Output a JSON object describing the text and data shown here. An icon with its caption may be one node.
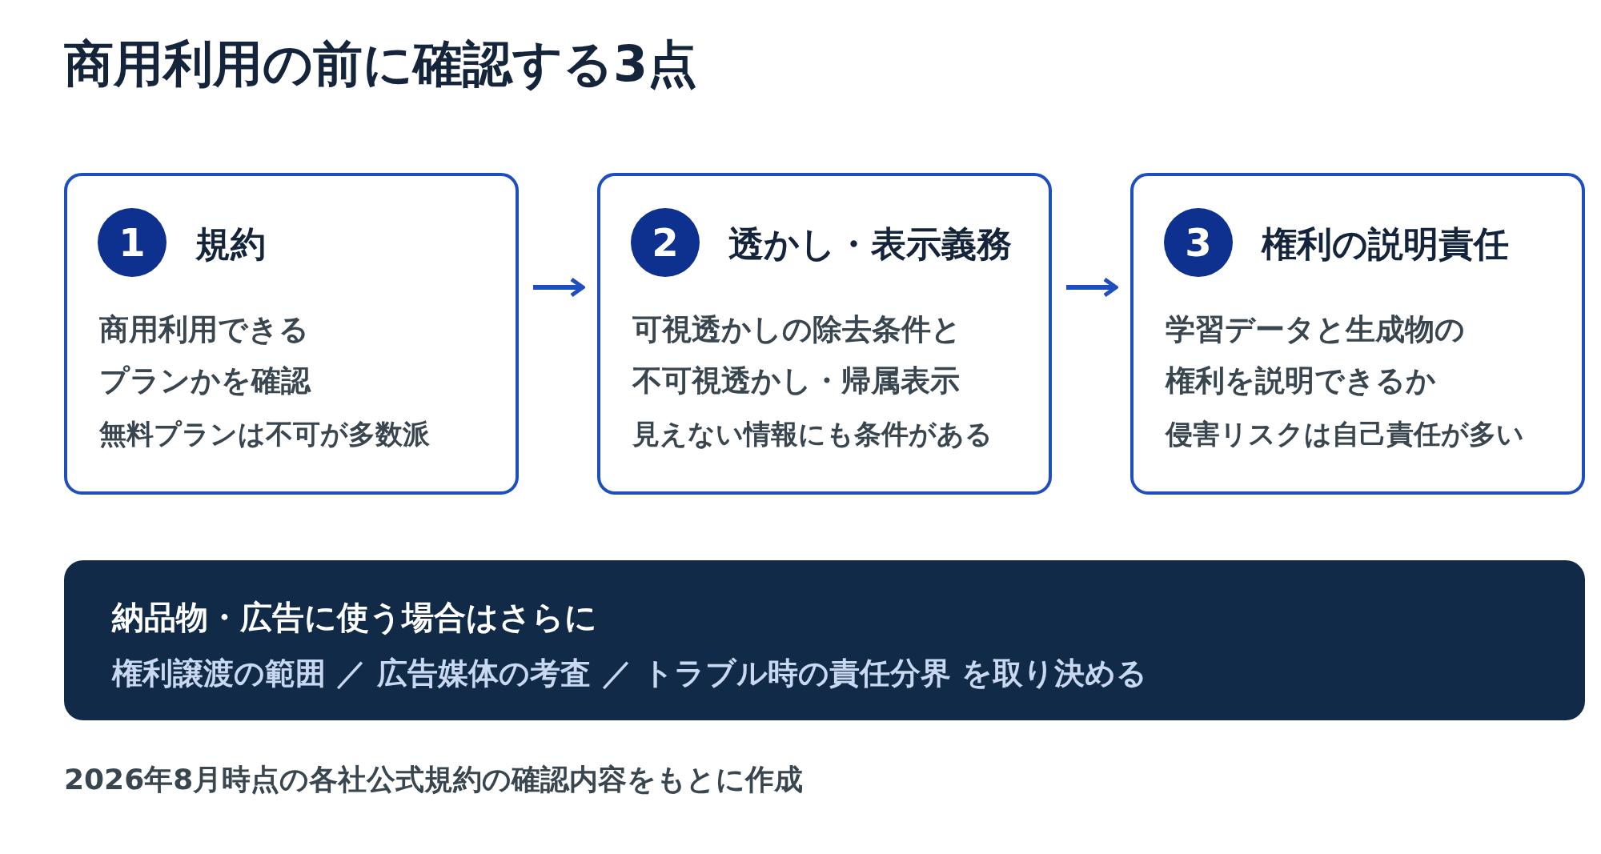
{
  "diagram": {
    "title": "商用利用の前に確認する3点",
    "nodes": [
      {
        "text": [
          "規約",
          "商用利用できるプランかを確認",
          "無料プランは不可が多数派"
        ]
      },
      {
        "text": [
          "1"
        ],
        "in": 0
      },
      {
        "text": [
          "透かし・表示義務",
          "可視透かしの除去条件と不可視透かし・帰属表示",
          "見えない情報にも条件がある"
        ]
      },
      {
        "text": [
          "2"
        ],
        "in": 2
      },
      {
        "text": [
          "権利の説明責任",
          "学習データと生成物の権利を説明できるか",
          "侵害リスクは自己責任が多い"
        ]
      },
      {
        "text": [
          "3"
        ],
        "in": 4
      },
      {
        "text": [
          "納品物・広告に使う場合はさらに",
          "権利譲渡の範囲 ／ 広告媒体の考査 ／ トラブル時の責任分界 を取り決める"
        ]
      }
    ],
    "edges": [
      {
        "from": 0,
        "to": 2,
        "arrow": "to"
      },
      {
        "from": 2,
        "to": 4,
        "arrow": "to"
      }
    ],
    "labels": [
      "2026年8月時点の各社公式規約の確認内容をもとに作成"
    ]
  }
}
